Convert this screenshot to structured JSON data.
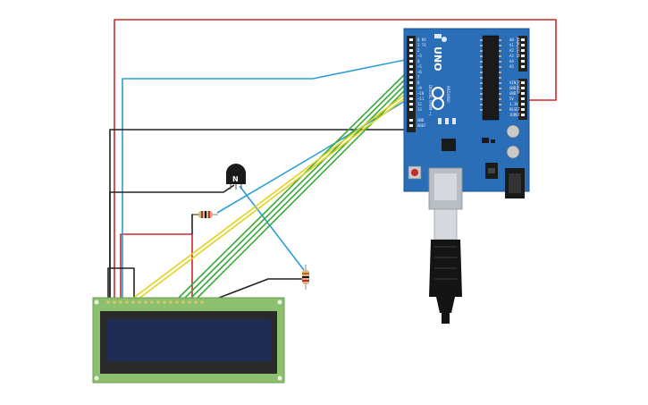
{
  "board": {
    "model_label": "UNO",
    "brand_label": "ARDUINO",
    "digital_header_label": "DIGITAL (PWM ~)",
    "analog_header_label": "ANALOG IN",
    "power_header_label": "POWER",
    "digital_pins": [
      "0 RX",
      "1 TX",
      "2",
      "~3",
      "4",
      "~5",
      "~6",
      "7",
      "8",
      "~9",
      "~10",
      "~11",
      "12",
      "13",
      "GND",
      "AREF"
    ],
    "analog_pins": [
      "A0",
      "A1",
      "A2",
      "A3",
      "A4",
      "A5"
    ],
    "power_pins": [
      "VIN",
      "GND",
      "GND",
      "5V",
      "3.3V",
      "RESET",
      "IOREF"
    ]
  },
  "transistor": {
    "type_label": "N"
  },
  "colors": {
    "board": "#2a6eb8",
    "lcd_pcb": "#8cc06e",
    "lcd_screen": "#1e2c54",
    "wire_red": "#cc2a2a",
    "wire_blue": "#2a9ed4",
    "wire_black": "#222222",
    "wire_green": "#3aa83a",
    "wire_yellow": "#e0d21c"
  },
  "icons": [
    "usb-cable-icon",
    "reset-button-icon",
    "power-jack-icon",
    "resistor-icon",
    "transistor-icon"
  ]
}
